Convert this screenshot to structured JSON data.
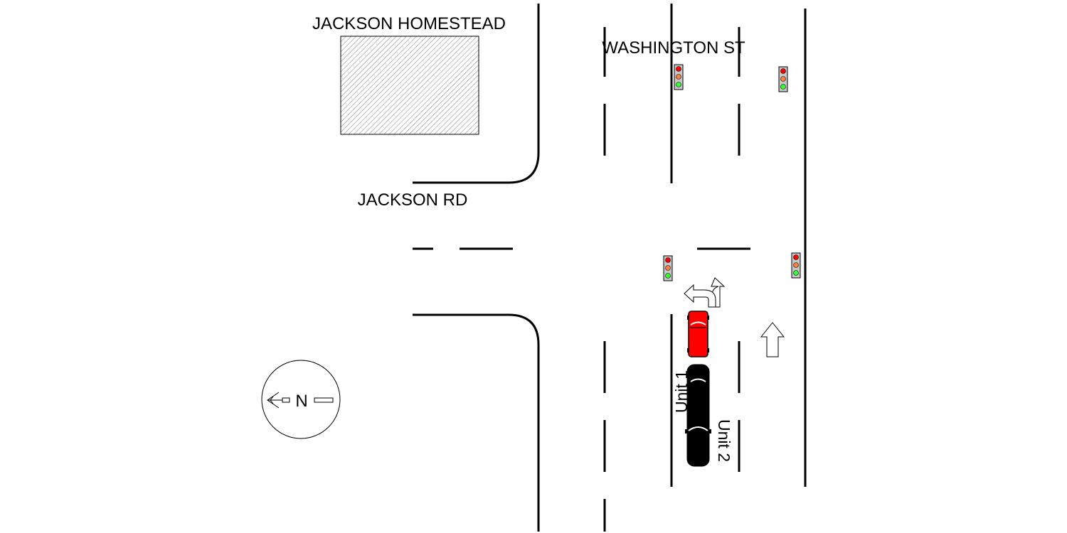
{
  "labels": {
    "building": "JACKSON HOMESTEAD",
    "main_street": "WASHINGTON ST",
    "side_road": "JACKSON RD",
    "unit1": "Unit 1",
    "unit2": "Unit 2",
    "north": "N"
  },
  "colors": {
    "unit1_body": "#ff0000",
    "unit2_body": "#000000",
    "signal_red": "#ff0000",
    "signal_amber": "#ff8040",
    "signal_green": "#33ff33",
    "signal_housing": "#c8c8c8",
    "building_hatch": "#808080"
  },
  "icons": {
    "signals": "traffic-light-icon",
    "turn_arrow": "left-or-straight-arrow-icon",
    "straight_arrow": "straight-arrow-icon",
    "compass": "north-compass-icon"
  }
}
